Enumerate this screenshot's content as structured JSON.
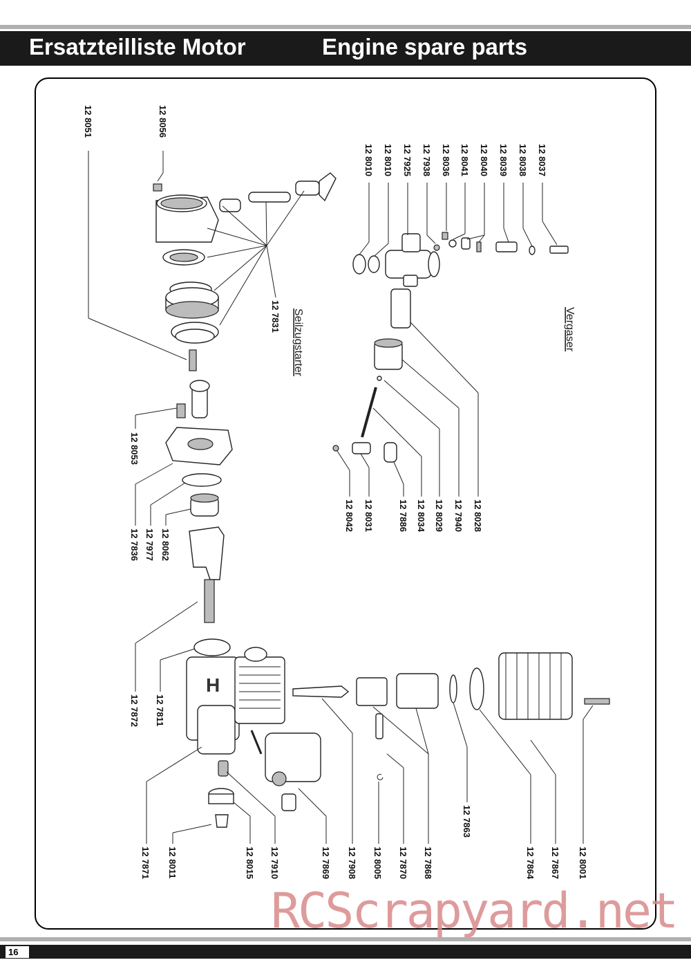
{
  "header": {
    "title_de": "Ersatzteilliste Motor",
    "title_en": "Engine spare parts"
  },
  "sections": {
    "starter": "Seilzugstarter",
    "carb": "Vergaser"
  },
  "parts": {
    "p8051": "12 8051",
    "p8056": "12 8056",
    "p7831": "12 7831",
    "p8053": "12 8053",
    "p8062": "12 8062",
    "p7977": "12 7977",
    "p7836": "12 7836",
    "p7872": "12 7872",
    "p7811": "12 7811",
    "p7871": "12 7871",
    "p8011": "12 8011",
    "p8015": "12 8015",
    "p7910": "12 7910",
    "p7869": "12 7869",
    "p7908": "12 7908",
    "p8005": "12 8005",
    "p7870": "12 7870",
    "p7868": "12 7868",
    "p7863": "12 7863",
    "p7864": "12 7864",
    "p7867": "12 7867",
    "p8001": "12 8001",
    "p8010a": "12 8010",
    "p8010b": "12 8010",
    "p7925": "12 7925",
    "p7938": "12 7938",
    "p8036": "12 8036",
    "p8041": "12 8041",
    "p8040": "12 8040",
    "p8039": "12 8039",
    "p8038": "12 8038",
    "p8037": "12 8037",
    "p8042": "12 8042",
    "p8031": "12 8031",
    "p7886": "12 7886",
    "p8034": "12 8034",
    "p8029": "12 8029",
    "p7940": "12 7940",
    "p8028": "12 8028"
  },
  "footer": {
    "page_number": "16"
  },
  "watermark": "RCScrapyard.net"
}
